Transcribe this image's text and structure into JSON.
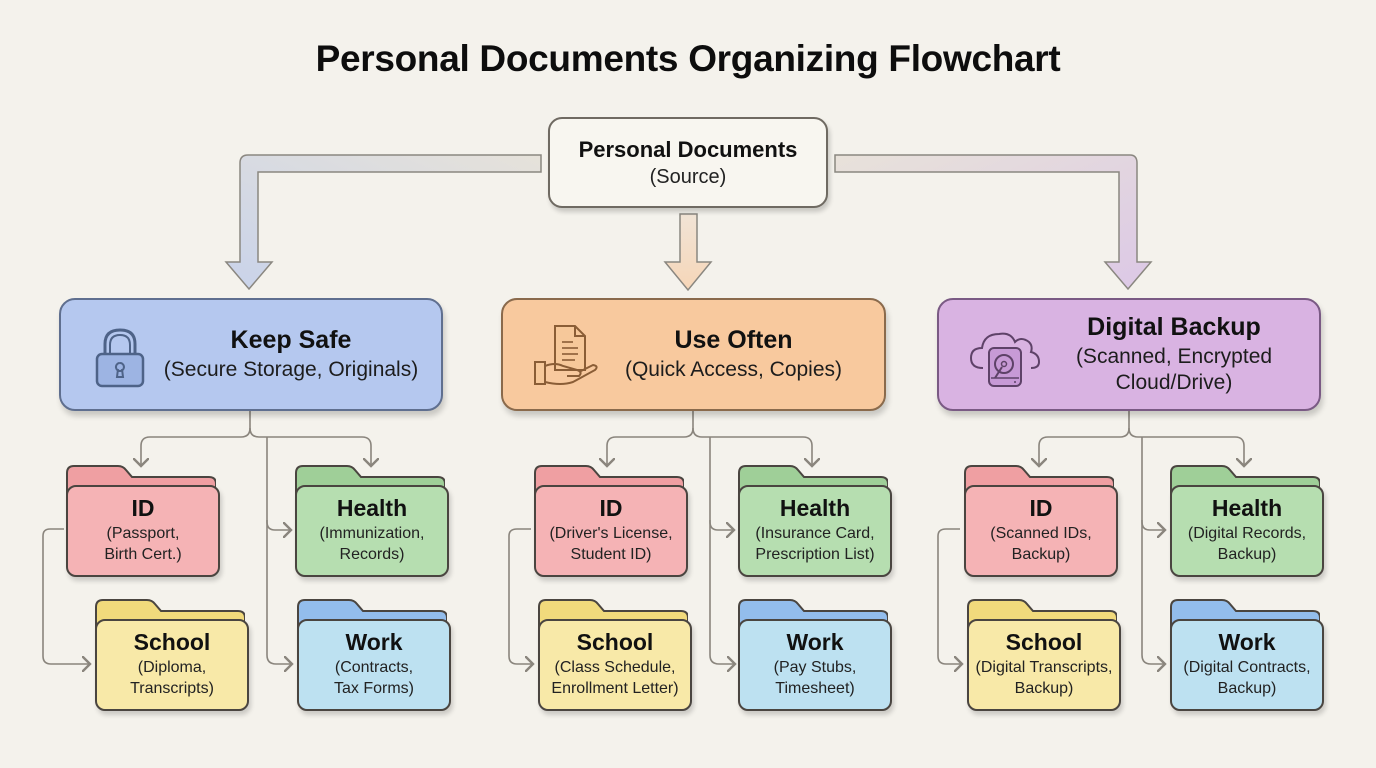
{
  "title": "Personal Documents Organizing Flowchart",
  "source": {
    "label": "Personal Documents",
    "sublabel": "(Source)"
  },
  "colors": {
    "background": "#f4f2ec",
    "keep_safe": "#b5c8ef",
    "use_often": "#f8c99e",
    "digital_backup": "#d9b3e2",
    "id_folder": "#f5b3b5",
    "health_folder": "#b6deb0",
    "school_folder": "#f8e9a8",
    "work_folder": "#bde1f1"
  },
  "categories": [
    {
      "label": "Keep Safe",
      "sublabel": "(Secure Storage, Originals)",
      "icon": "lock-icon",
      "folders": {
        "id": {
          "label": "ID",
          "line1": "(Passport,",
          "line2": "Birth Cert.)"
        },
        "health": {
          "label": "Health",
          "line1": "(Immunization,",
          "line2": "Records)"
        },
        "school": {
          "label": "School",
          "line1": "(Diploma,",
          "line2": "Transcripts)"
        },
        "work": {
          "label": "Work",
          "line1": "(Contracts,",
          "line2": "Tax Forms)"
        }
      }
    },
    {
      "label": "Use Often",
      "sublabel": "(Quick Access, Copies)",
      "icon": "hand-document-icon",
      "folders": {
        "id": {
          "label": "ID",
          "line1": "(Driver's License,",
          "line2": "Student ID)"
        },
        "health": {
          "label": "Health",
          "line1": "(Insurance Card,",
          "line2": "Prescription List)"
        },
        "school": {
          "label": "School",
          "line1": "(Class Schedule,",
          "line2": "Enrollment Letter)"
        },
        "work": {
          "label": "Work",
          "line1": "(Pay Stubs,",
          "line2": "Timesheet)"
        }
      }
    },
    {
      "label": "Digital Backup",
      "sublabel1": "(Scanned, Encrypted",
      "sublabel2": "Cloud/Drive)",
      "icon": "cloud-drive-icon",
      "folders": {
        "id": {
          "label": "ID",
          "line1": "(Scanned IDs,",
          "line2": "Backup)"
        },
        "health": {
          "label": "Health",
          "line1": "(Digital Records,",
          "line2": "Backup)"
        },
        "school": {
          "label": "School",
          "line1": "(Digital Transcripts,",
          "line2": "Backup)"
        },
        "work": {
          "label": "Work",
          "line1": "(Digital Contracts,",
          "line2": "Backup)"
        }
      }
    }
  ]
}
